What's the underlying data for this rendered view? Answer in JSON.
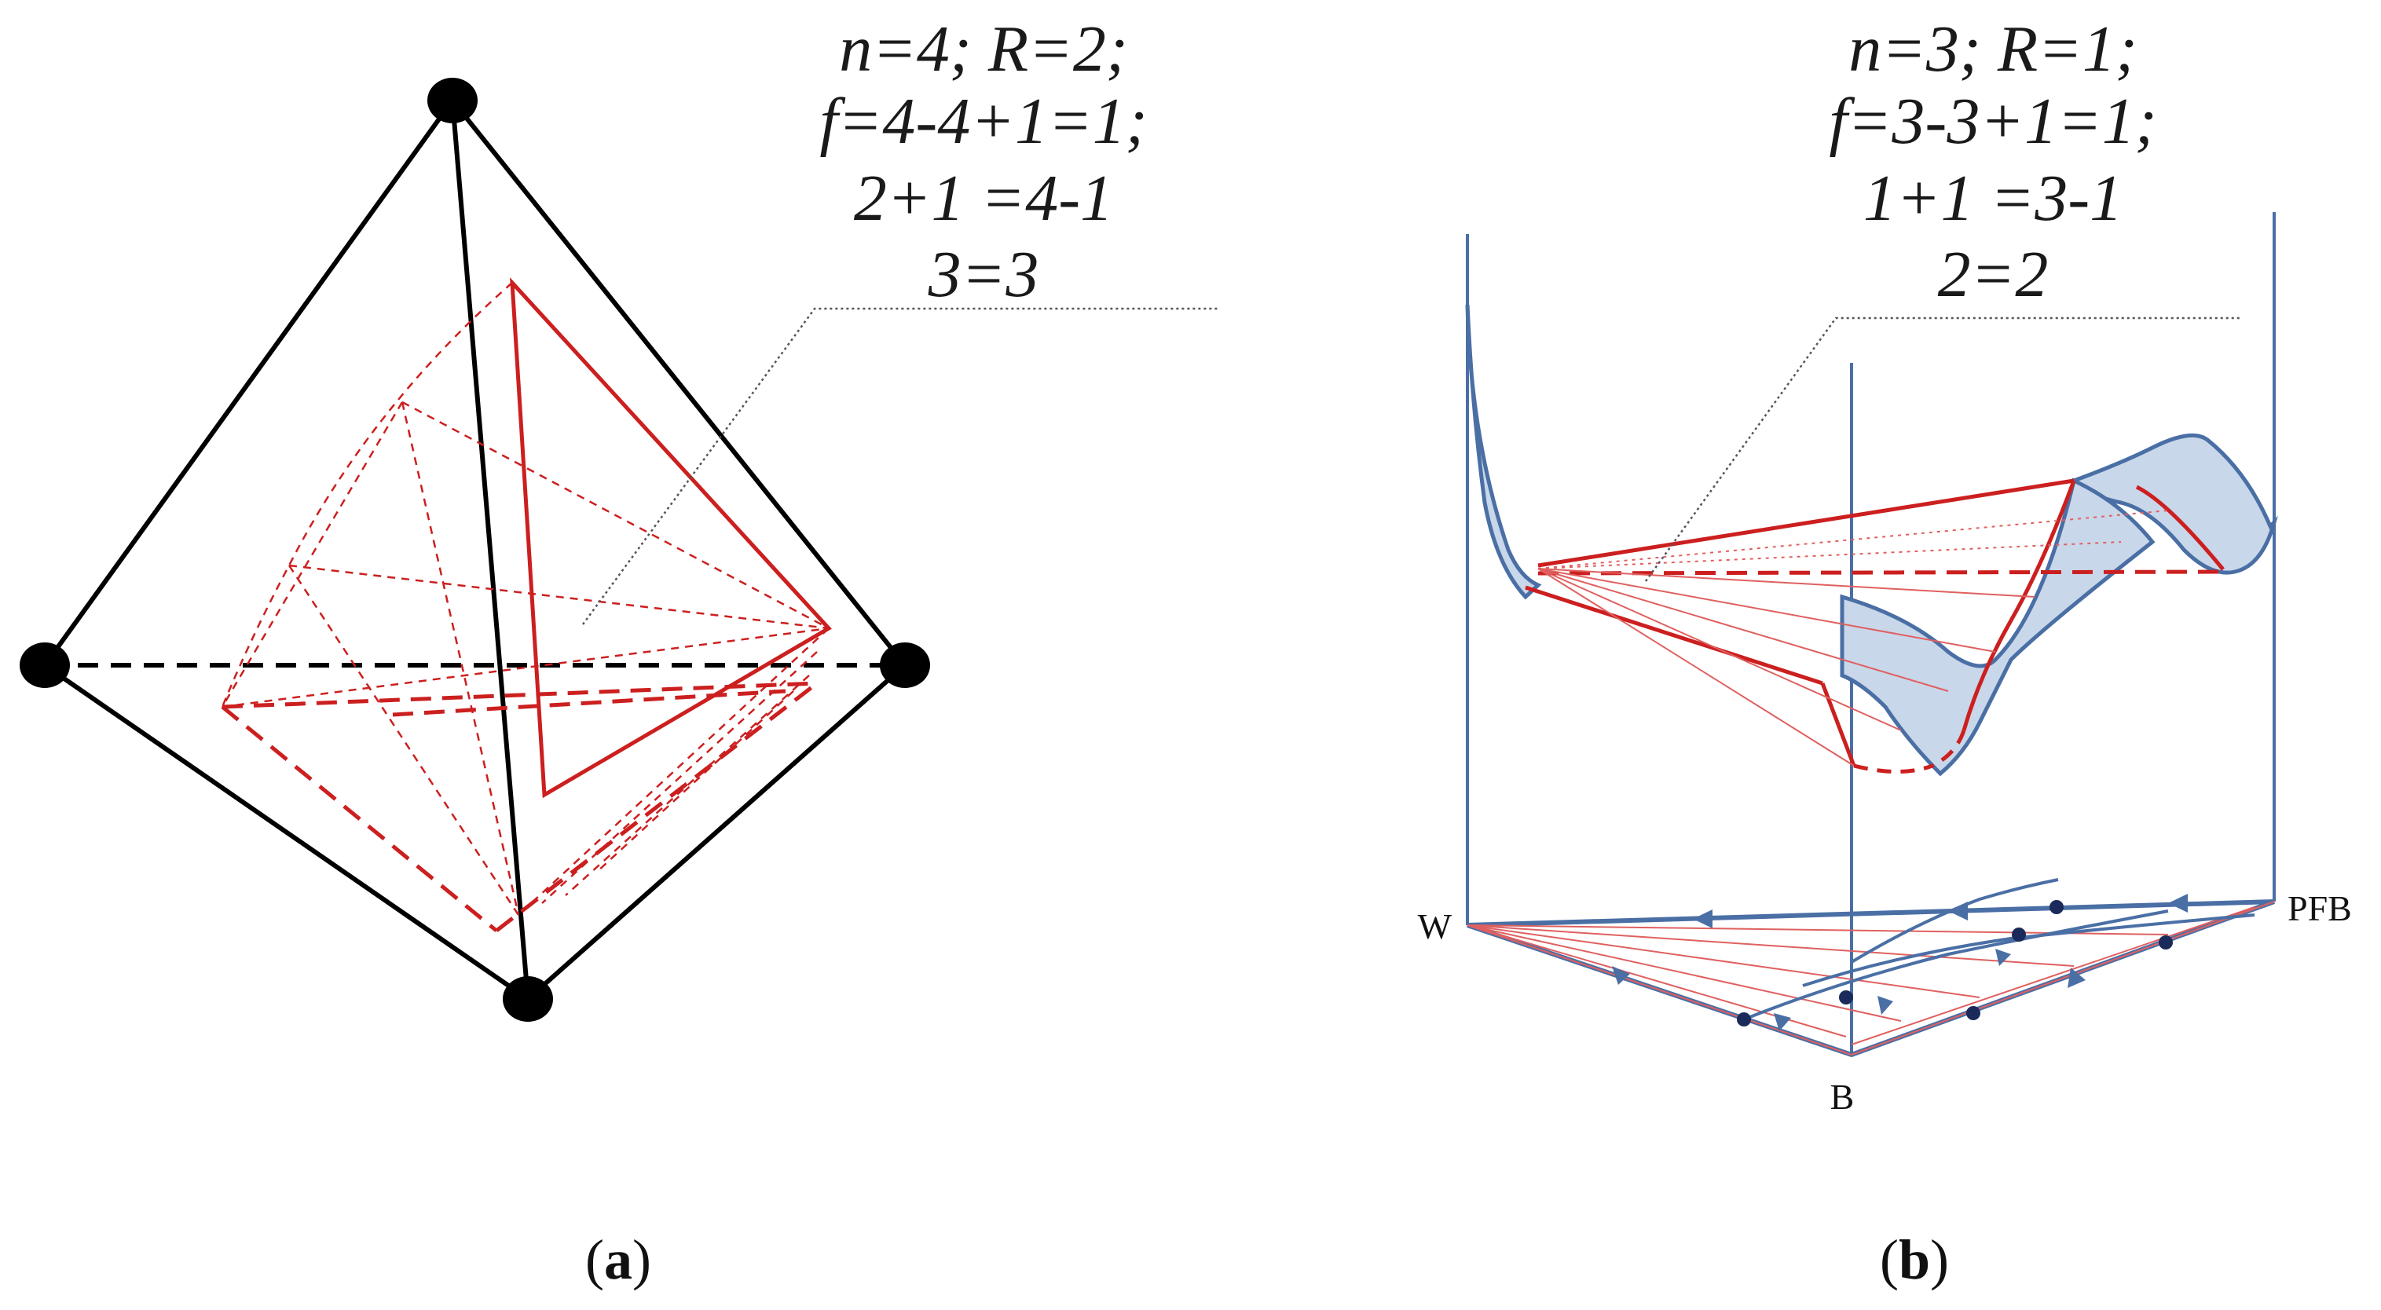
{
  "panel_a": {
    "label": "a",
    "equations": [
      "n=4; R=2;",
      "f=4-4+1=1;",
      "2+1 =4-1",
      "3=3"
    ]
  },
  "panel_b": {
    "label": "b",
    "equations": [
      "n=3; R=1;",
      "f=3-3+1=1;",
      "1+1 =3-1",
      "2=2"
    ],
    "vertices": {
      "left": "W",
      "right": "PFB",
      "bottom": "B"
    }
  },
  "colors": {
    "outline": "#000000",
    "red": "#cc1f1f",
    "blue": "#4a6fa5",
    "blue_fill": "#c9d7ea",
    "node_dark": "#1a2a5a"
  }
}
